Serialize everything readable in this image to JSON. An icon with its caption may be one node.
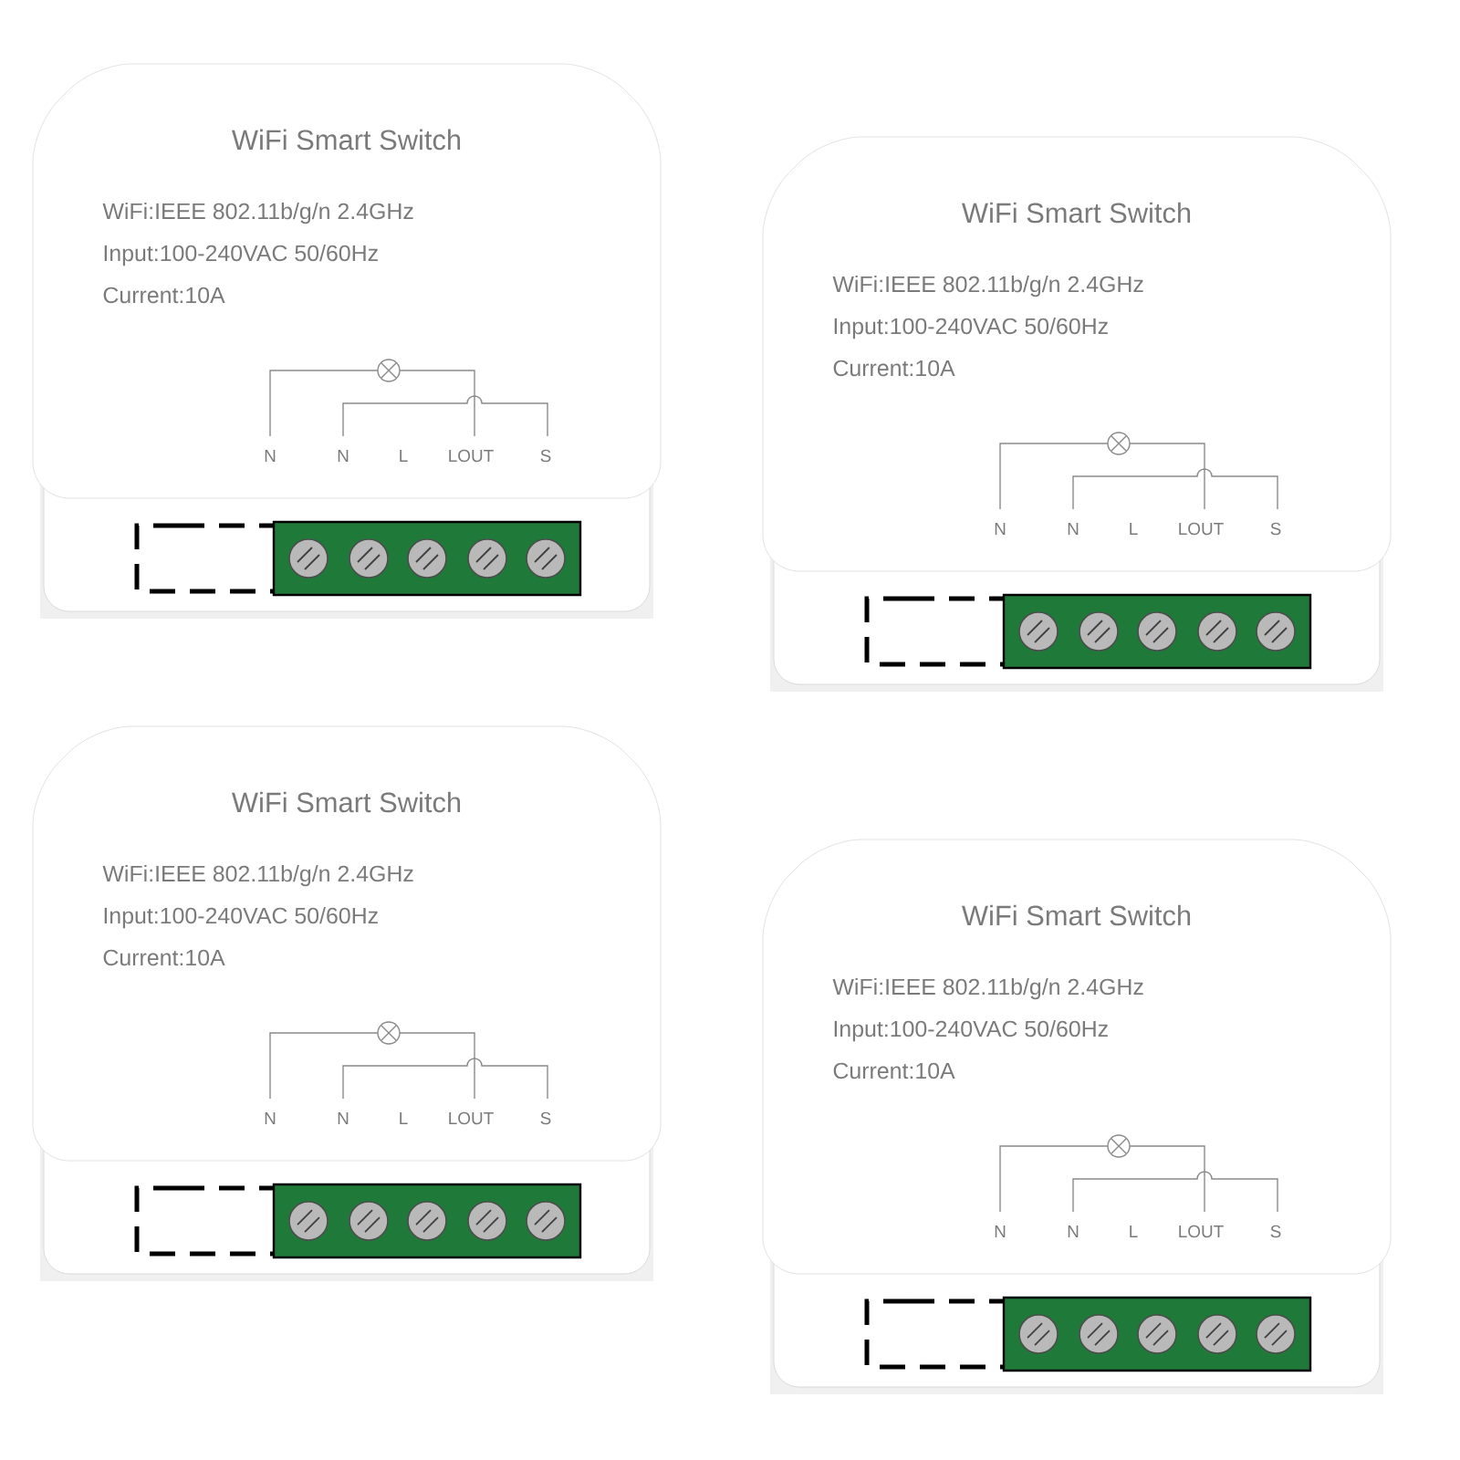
{
  "diagram": {
    "nodes": [
      {
        "text": [
          "WiFi Smart Switch",
          "WiFi:IEEE 802.11b/g/n 2.4GHz",
          "Input:100-240VAC 50/60Hz",
          "Current:10A"
        ]
      },
      {
        "text": [
          "WiFi Smart Switch",
          "WiFi:IEEE 802.11b/g/n 2.4GHz",
          "Input:100-240VAC 50/60Hz",
          "Current:10A"
        ]
      },
      {
        "text": [
          "WiFi Smart Switch",
          "WiFi:IEEE 802.11b/g/n 2.4GHz",
          "Input:100-240VAC 50/60Hz",
          "Current:10A"
        ]
      },
      {
        "text": [
          "WiFi Smart Switch",
          "WiFi:IEEE 802.11b/g/n 2.4GHz",
          "Input:100-240VAC 50/60Hz",
          "Current:10A"
        ]
      }
    ],
    "labels": [
      "N",
      "N",
      "L",
      "LOUT",
      "S",
      "N",
      "N",
      "L",
      "LOUT",
      "S",
      "N",
      "N",
      "L",
      "LOUT",
      "S",
      "N",
      "N",
      "L",
      "LOUT",
      "S"
    ]
  }
}
